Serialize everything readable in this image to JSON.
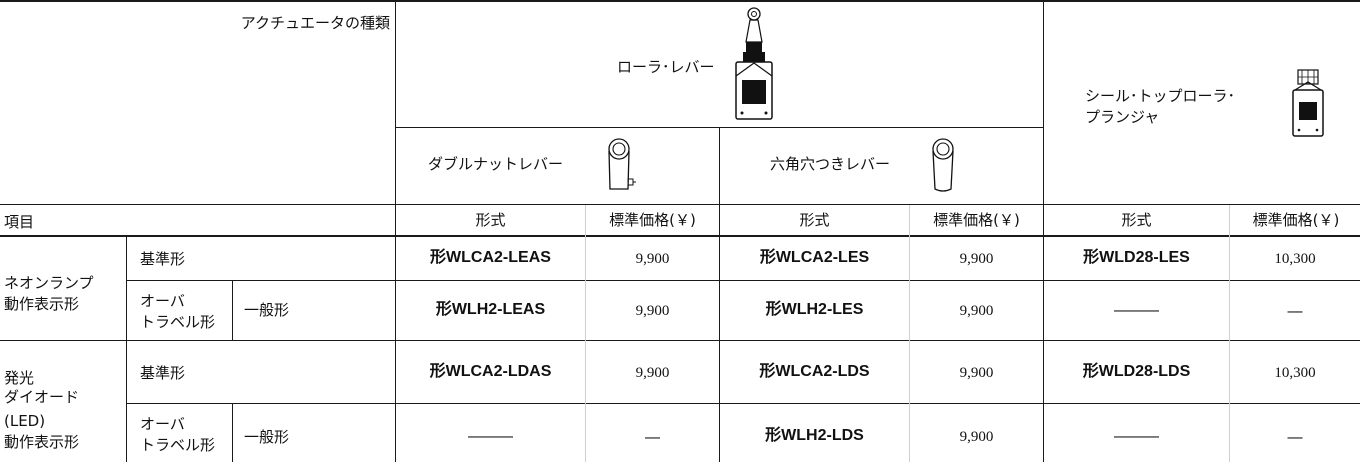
{
  "header": {
    "actuator_type": "アクチュエータの種類",
    "item": "項目",
    "roller_lever": "ローラ･レバー",
    "double_nut_lever": "ダブルナットレバー",
    "hex_hole_lever": "六角穴つきレバー",
    "seal_top_roller_plunger_line1": "シール･トップローラ･",
    "seal_top_roller_plunger_line2": "プランジャ",
    "model": "形式",
    "price": "標準価格(￥)"
  },
  "groups": {
    "neon_line1": "ネオンランプ",
    "neon_line2": "動作表示形",
    "led_line1": "発光",
    "led_line2": "ダイオード",
    "led_line3": "(LED)",
    "led_line4": "動作表示形"
  },
  "subtypes": {
    "standard": "基準形",
    "overtravel_line1": "オーバ",
    "overtravel_line2": "トラベル形",
    "general": "一般形"
  },
  "rows": [
    {
      "dn_model": "形WLCA2-LEAS",
      "dn_price": "9,900",
      "hx_model": "形WLCA2-LES",
      "hx_price": "9,900",
      "st_model": "形WLD28-LES",
      "st_price": "10,300"
    },
    {
      "dn_model": "形WLH2-LEAS",
      "dn_price": "9,900",
      "hx_model": "形WLH2-LES",
      "hx_price": "9,900",
      "st_model": "―――",
      "st_price": "―"
    },
    {
      "dn_model": "形WLCA2-LDAS",
      "dn_price": "9,900",
      "hx_model": "形WLCA2-LDS",
      "hx_price": "9,900",
      "st_model": "形WLD28-LDS",
      "st_price": "10,300"
    },
    {
      "dn_model": "―――",
      "dn_price": "―",
      "hx_model": "形WLH2-LDS",
      "hx_price": "9,900",
      "st_model": "―――",
      "st_price": "―"
    }
  ],
  "icons": {
    "roller_lever": "roller-lever-switch-icon",
    "double_nut": "double-nut-lever-icon",
    "hex_hole": "hex-hole-lever-icon",
    "seal_top": "seal-top-roller-plunger-switch-icon"
  }
}
